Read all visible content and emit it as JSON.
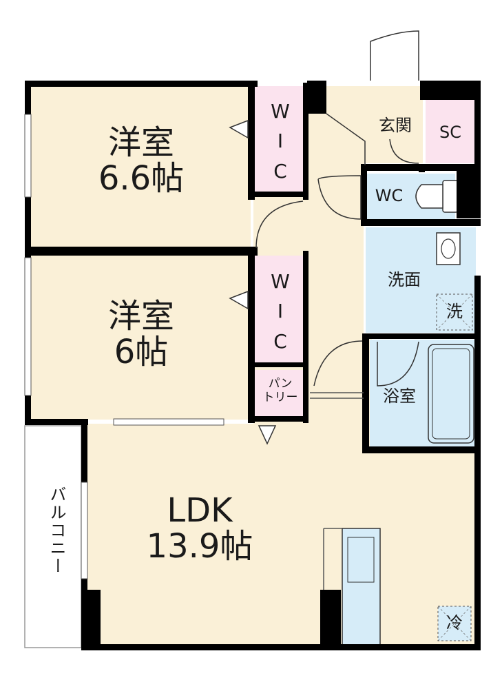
{
  "rooms": {
    "western1": {
      "name": "洋室",
      "size": "6.6帖"
    },
    "western2": {
      "name": "洋室",
      "size": "6帖"
    },
    "ldk": {
      "name": "LDK",
      "size": "13.9帖"
    },
    "wic1": {
      "l1": "W",
      "l2": "I",
      "l3": "C"
    },
    "wic2": {
      "l1": "W",
      "l2": "I",
      "l3": "C"
    },
    "pantry": {
      "l1": "パン",
      "l2": "トリー"
    },
    "entrance": "玄関",
    "sc": "SC",
    "wc": "WC",
    "washroom": "洗面",
    "washer": "洗",
    "bathroom": "浴室",
    "fridge": "冷",
    "balcony": "バルコニー"
  },
  "colors": {
    "floor": "#faf0d7",
    "wic": "#fbe3ee",
    "wet": "#d6ecf8",
    "wall": "#000000"
  }
}
